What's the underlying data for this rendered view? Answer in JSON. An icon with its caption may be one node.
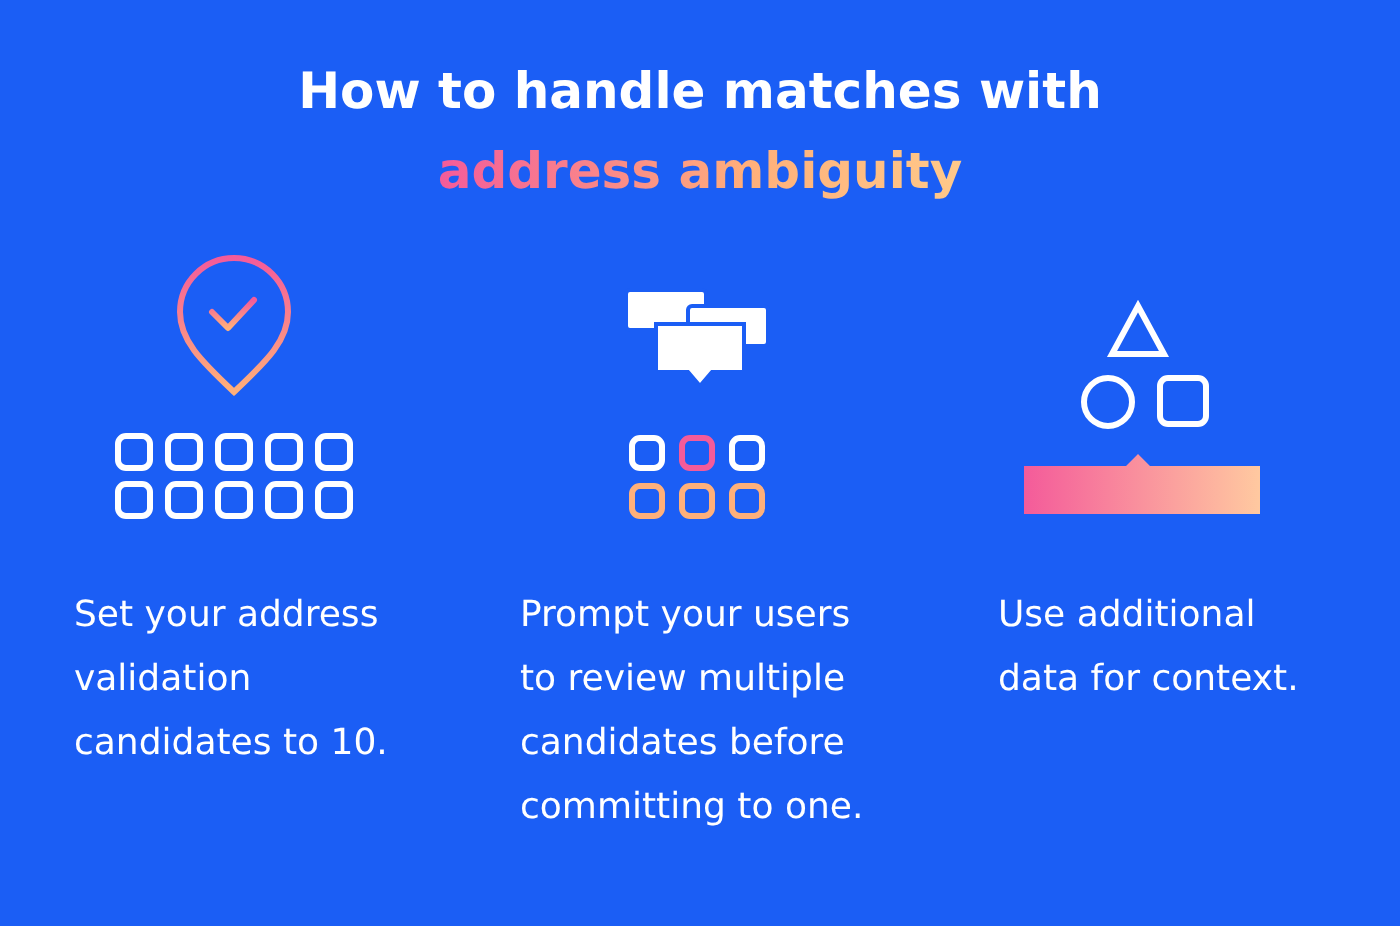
{
  "diagram": {
    "title": "How to handle matches with address ambiguity",
    "labels": [
      "Set your address validation candidates to 10.",
      "Prompt your users to review multiple candidates before committing to one.",
      "Use additional data for context."
    ]
  }
}
